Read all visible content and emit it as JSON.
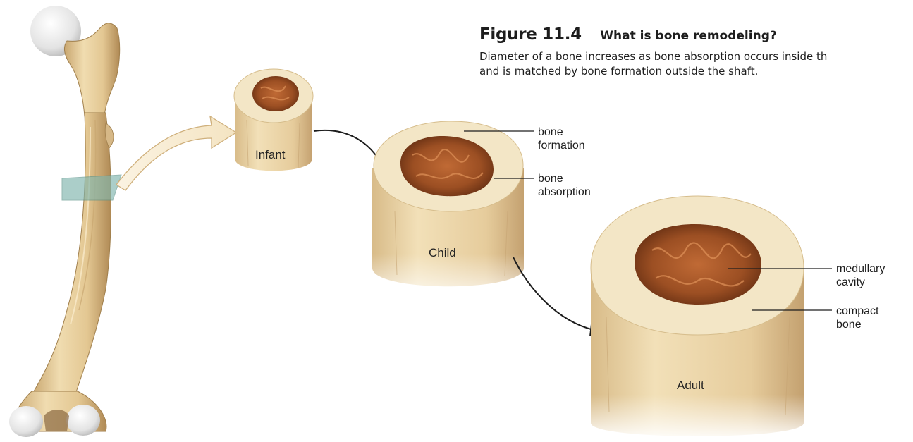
{
  "figure": {
    "number": "Figure 11.4",
    "title": "What is bone remodeling?",
    "caption_line1": "Diameter of a bone increases as bone absorption occurs inside th",
    "caption_line2": "and is matched by bone formation outside the shaft."
  },
  "stages": {
    "infant": "Infant",
    "child": "Child",
    "adult": "Adult"
  },
  "labels": {
    "bone_formation": [
      "bone",
      "formation"
    ],
    "bone_absorption": [
      "bone",
      "absorption"
    ],
    "medullary_cavity": [
      "medullary",
      "cavity"
    ],
    "compact_bone": [
      "compact",
      "bone"
    ]
  },
  "colors": {
    "bone_light": "#f3e6c6",
    "bone_shaft": "#e2c796",
    "bone_shadow": "#b8935f",
    "marrow": "#a4582a",
    "marrow_dark": "#6e3215",
    "joint_cartilage": "#e8e8e8",
    "section_plane": "#7fb5ad",
    "arrow_outline": "#d4b784"
  },
  "icons": {
    "femur": "femur-illustration",
    "section_plane": "cross-section-plane",
    "arrows": "growth-arrow"
  }
}
